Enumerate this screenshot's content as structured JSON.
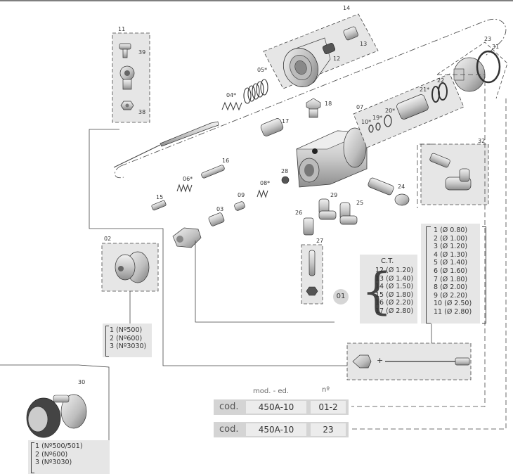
{
  "colors": {
    "metal": "#cfcfcf",
    "metal_dark": "#8a8a8a",
    "box": "#e6e6e6",
    "cod_bar": "#d4d4d4",
    "line": "#444444"
  },
  "parts": {
    "p14": "14",
    "p13": "13",
    "p12": "12",
    "p11": "11",
    "p39": "39",
    "p38": "38",
    "p05": "05*",
    "p04": "04*",
    "p18": "18",
    "p17": "17",
    "p07": "07",
    "p10": "10*",
    "p19": "19*",
    "p20": "20*",
    "p21": "21*",
    "p22": "22",
    "p23": "23",
    "p31": "31",
    "p32": "32",
    "p16": "16",
    "p06": "06*",
    "p15": "15",
    "p03": "03",
    "p09": "09",
    "p08": "08*",
    "p28": "28",
    "p24": "24",
    "p29": "29",
    "p25": "25",
    "p26": "26",
    "p27": "27",
    "p02": "02",
    "p30": "30"
  },
  "ct": {
    "title": "C.T.",
    "items": [
      "12 (Ø 1.20)",
      "13 (Ø 1.40)",
      "14 (Ø 1.50)",
      "15 (Ø 1.80)",
      "16 (Ø 2.20)",
      "17 (Ø 2.80)"
    ],
    "badge": "01"
  },
  "nozzles": [
    "1 (Ø 0.80)",
    "2 (Ø 1.00)",
    "3 (Ø 1.20)",
    "4 (Ø 1.30)",
    "5 (Ø 1.40)",
    "6 (Ø 1.60)",
    "7 (Ø 1.80)",
    "8 (Ø 2.00)",
    "9 (Ø 2.20)",
    "10 (Ø 2.50)",
    "11 (Ø 2.80)"
  ],
  "models_02": [
    "1 (Nº500)",
    "2 (Nº600)",
    "3 (Nº3030)"
  ],
  "models_30": [
    "1 (Nº500/501)",
    "2 (Nº600)",
    "3 (Nº3030)"
  ],
  "plus": "+",
  "table": {
    "header_mod": "mod. - ed.",
    "header_n": "nº",
    "rows": [
      {
        "cod": "cod.",
        "model": "450A-10",
        "n": "01-2"
      },
      {
        "cod": "cod.",
        "model": "450A-10",
        "n": "23"
      }
    ]
  }
}
